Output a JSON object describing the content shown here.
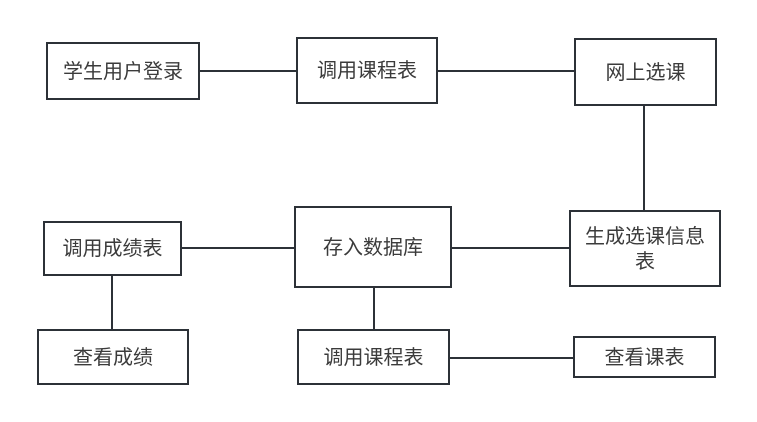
{
  "diagram": {
    "type": "flowchart",
    "background": "#ffffff",
    "colors": {
      "node_border": "#2c3137",
      "node_fill": "#ffffff",
      "edge": "#2c3137",
      "text": "#3b3b3b"
    },
    "nodes": [
      {
        "id": "student-login",
        "label": "学生用户登录"
      },
      {
        "id": "call-course-table-top",
        "label": "调用课程表"
      },
      {
        "id": "online-course-selection",
        "label": "网上选课"
      },
      {
        "id": "call-grade-table",
        "label": "调用成绩表"
      },
      {
        "id": "store-in-database",
        "label": "存入数据库"
      },
      {
        "id": "generate-selection-info-table",
        "label": "生成选课信息表"
      },
      {
        "id": "view-grades",
        "label": "查看成绩"
      },
      {
        "id": "call-course-table-bottom",
        "label": "调用课程表"
      },
      {
        "id": "view-course-table",
        "label": "查看课表"
      }
    ],
    "edges": [
      {
        "from": "student-login",
        "to": "call-course-table-top",
        "style": "plain-line"
      },
      {
        "from": "call-course-table-top",
        "to": "online-course-selection",
        "style": "plain-line"
      },
      {
        "from": "online-course-selection",
        "to": "generate-selection-info-table",
        "style": "plain-line"
      },
      {
        "from": "generate-selection-info-table",
        "to": "store-in-database",
        "style": "plain-line"
      },
      {
        "from": "store-in-database",
        "to": "call-grade-table",
        "style": "plain-line"
      },
      {
        "from": "call-grade-table",
        "to": "view-grades",
        "style": "plain-line"
      },
      {
        "from": "store-in-database",
        "to": "call-course-table-bottom",
        "style": "plain-line"
      },
      {
        "from": "call-course-table-bottom",
        "to": "view-course-table",
        "style": "plain-line"
      }
    ]
  }
}
